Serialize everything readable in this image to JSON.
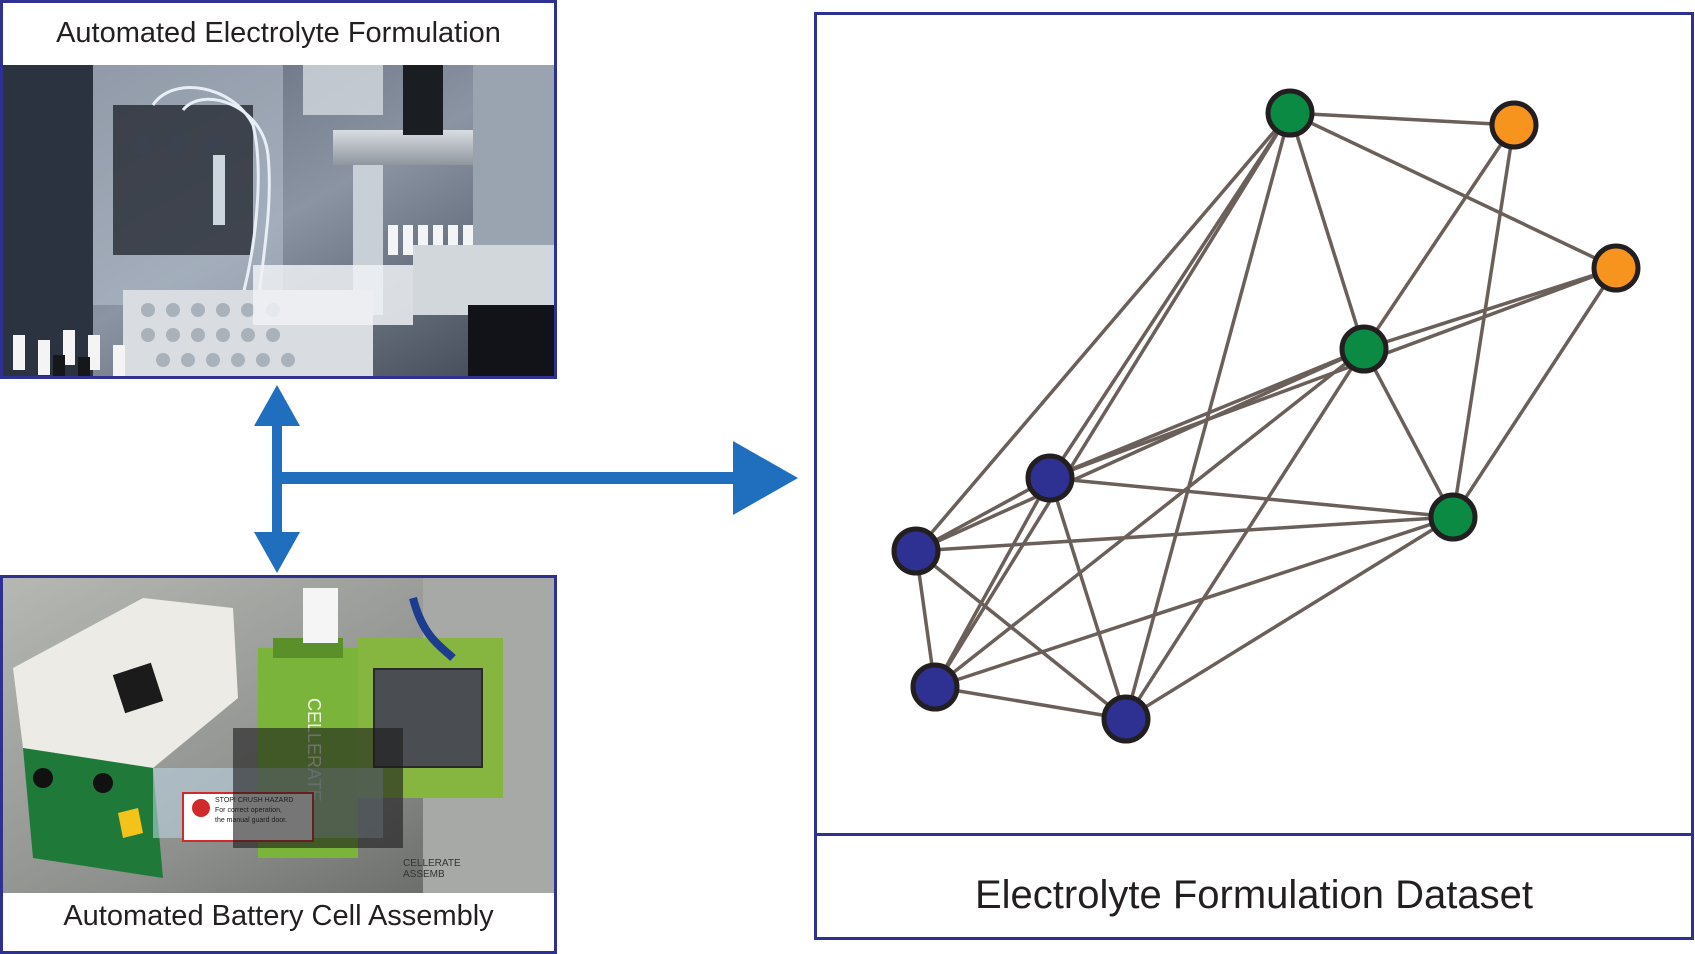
{
  "colors": {
    "frame": "#2e3192",
    "arrow": "#1f6fbe",
    "edge": "#6b5f5a",
    "node_blue": "#2e3192",
    "node_green": "#0a8a43",
    "node_orange": "#f7941d"
  },
  "panels": {
    "formulation": {
      "title": "Automated Electrolyte Formulation",
      "image": "lab-robot-photo"
    },
    "assembly": {
      "title": "Automated Battery Cell Assembly",
      "image": "cell-assembly-photo"
    },
    "dataset": {
      "title": "Electrolyte Formulation Dataset"
    }
  },
  "photo_text": {
    "brand": "CELLERATE",
    "warning_line1": "STOP! CRUSH HAZARD",
    "warning_line2": "For correct operation,",
    "warning_line3": "the manual guard door.",
    "base_label1": "CELLERATE",
    "base_label2": "ASSEMB"
  },
  "graph": {
    "nodes": [
      {
        "id": "g1",
        "color": "green"
      },
      {
        "id": "o1",
        "color": "orange"
      },
      {
        "id": "o2",
        "color": "orange"
      },
      {
        "id": "g2",
        "color": "green"
      },
      {
        "id": "b1",
        "color": "blue"
      },
      {
        "id": "b2",
        "color": "blue"
      },
      {
        "id": "g3",
        "color": "green"
      },
      {
        "id": "b3",
        "color": "blue"
      },
      {
        "id": "b4",
        "color": "blue"
      }
    ],
    "edges": [
      [
        "g1",
        "o1"
      ],
      [
        "g1",
        "o2"
      ],
      [
        "g1",
        "g2"
      ],
      [
        "g1",
        "b1"
      ],
      [
        "g1",
        "b2"
      ],
      [
        "g1",
        "b3"
      ],
      [
        "g1",
        "b4"
      ],
      [
        "o1",
        "g2"
      ],
      [
        "o1",
        "g3"
      ],
      [
        "o2",
        "g2"
      ],
      [
        "o2",
        "g3"
      ],
      [
        "o2",
        "b1"
      ],
      [
        "g2",
        "g3"
      ],
      [
        "g2",
        "b1"
      ],
      [
        "g2",
        "b2"
      ],
      [
        "g2",
        "b3"
      ],
      [
        "g2",
        "b4"
      ],
      [
        "b1",
        "b2"
      ],
      [
        "b1",
        "g3"
      ],
      [
        "b1",
        "b3"
      ],
      [
        "b1",
        "b4"
      ],
      [
        "b2",
        "g3"
      ],
      [
        "b2",
        "b3"
      ],
      [
        "b2",
        "b4"
      ],
      [
        "g3",
        "b3"
      ],
      [
        "g3",
        "b4"
      ],
      [
        "b3",
        "b4"
      ]
    ]
  }
}
